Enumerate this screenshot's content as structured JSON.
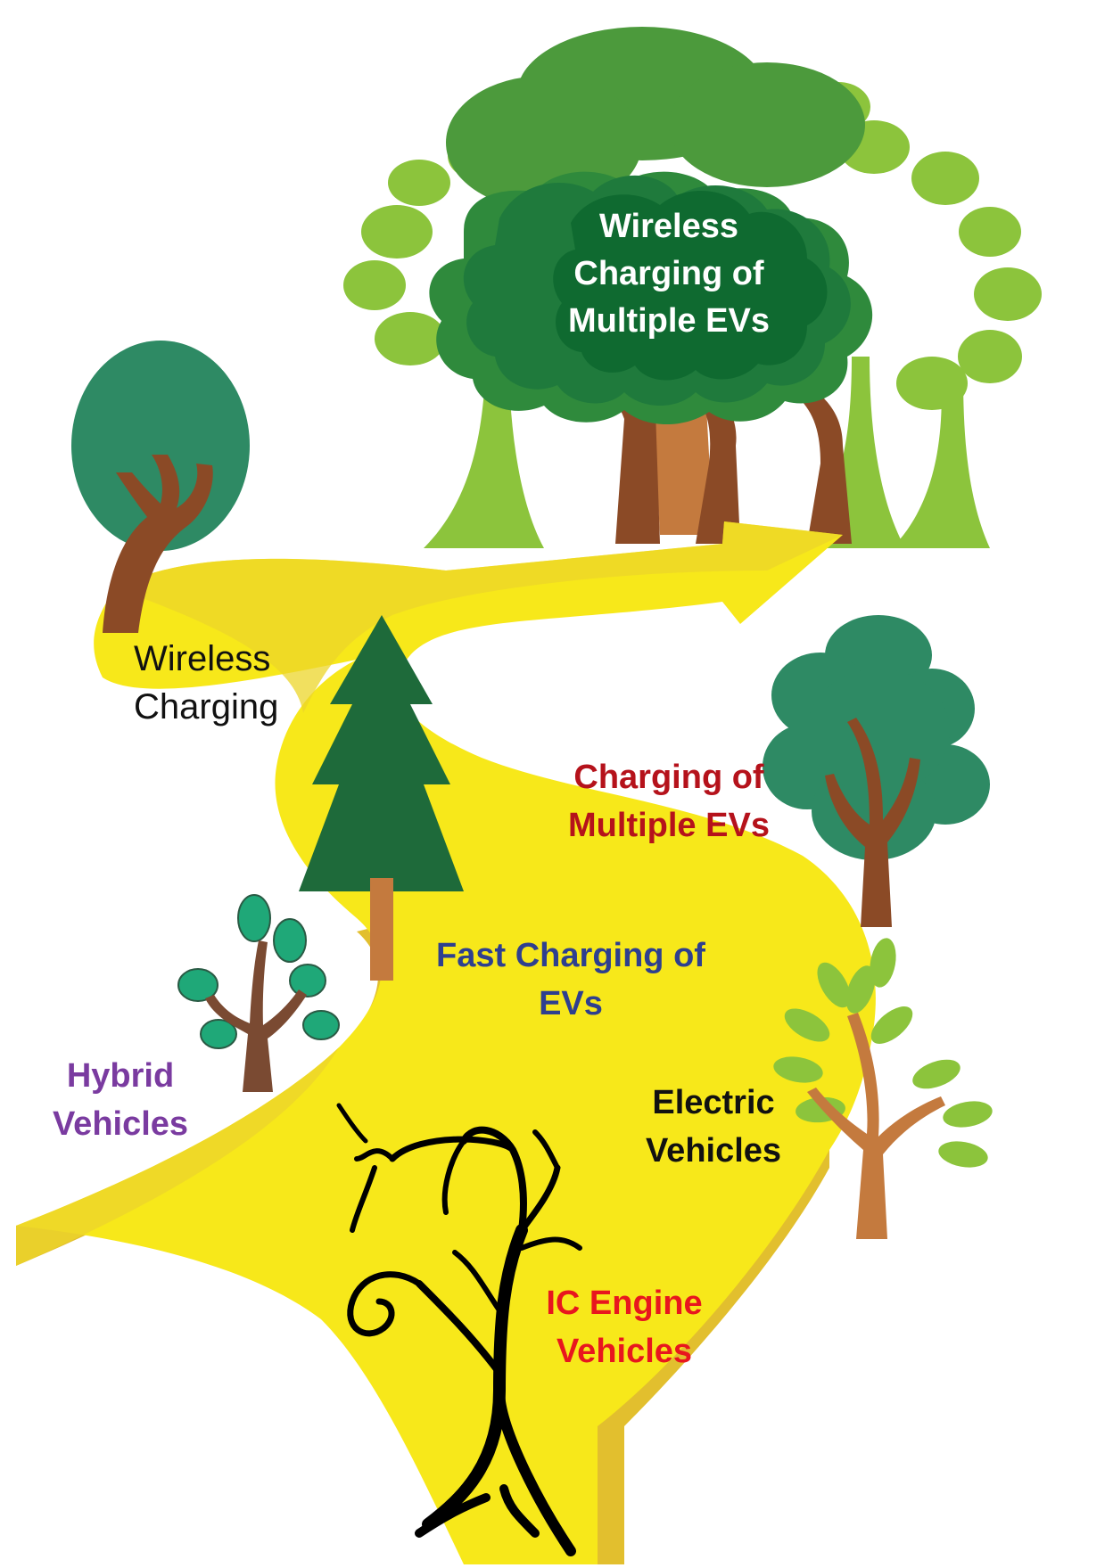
{
  "colors": {
    "road_light": "#f7e81a",
    "road_mid": "#ecd52a",
    "road_dark": "#e2bf2e",
    "trunk_brown": "#8b4a26",
    "trunk_light": "#c47a3e",
    "leaf_dark": "#1f7a3c",
    "leaf_mid": "#3a9a3a",
    "leaf_light": "#8cc43c",
    "leaf_teal": "#2e8a64",
    "leaf_mint": "#1fa878",
    "pine": "#1e6a3a",
    "dead_tree": "#000000",
    "label_black": "#111111",
    "label_red": "#b5121b",
    "label_blue": "#2e3f8f",
    "label_purple": "#7a3ba0",
    "label_bright_red": "#e8161e",
    "label_white": "#ffffff"
  },
  "stages": [
    {
      "id": "ic-engine",
      "lines": [
        "IC Engine",
        "Vehicles"
      ],
      "color": "#e8161e"
    },
    {
      "id": "hybrid",
      "lines": [
        "Hybrid",
        "Vehicles"
      ],
      "color": "#7a3ba0"
    },
    {
      "id": "electric",
      "lines": [
        "Electric",
        "Vehicles"
      ],
      "color": "#111111"
    },
    {
      "id": "fast-charging",
      "lines": [
        "Fast Charging of",
        "EVs"
      ],
      "color": "#2e3f8f"
    },
    {
      "id": "multiple-evs",
      "lines": [
        "Charging of",
        "Multiple EVs"
      ],
      "color": "#b5121b"
    },
    {
      "id": "wireless",
      "lines": [
        "Wireless",
        "Charging"
      ],
      "color": "#111111"
    },
    {
      "id": "wireless-multiple",
      "lines": [
        "Wireless",
        "Charging of",
        "Multiple EVs"
      ],
      "color": "#ffffff"
    }
  ]
}
